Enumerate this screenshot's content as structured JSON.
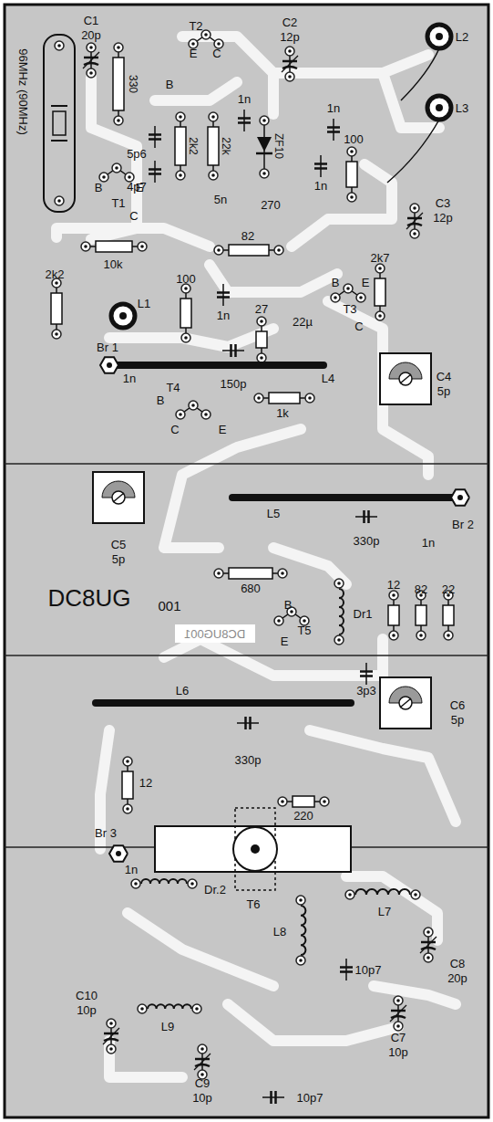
{
  "diagram": {
    "labels": [
      "96MHz (90MHz)",
      "C1",
      "20p",
      "T2",
      "C2",
      "12p",
      "L2",
      "L3",
      "E",
      "C",
      "B",
      "330",
      "1n",
      "1n",
      "5p6",
      "2k2",
      "22k",
      "ZF10",
      "100",
      "4p7",
      "5n",
      "270",
      "1n",
      "B",
      "E",
      "T1",
      "C",
      "C3",
      "12p",
      "10k",
      "2k2",
      "100",
      "82",
      "2k7",
      "L1",
      "1n",
      "27",
      "22µ",
      "T3",
      "B",
      "E",
      "C",
      "Br 1",
      "1n",
      "150p",
      "L4",
      "C4",
      "5p",
      "T4",
      "B",
      "C",
      "E",
      "1k",
      "Br 2",
      "1n",
      "330p",
      "L5",
      "C5",
      "5p",
      "680",
      "B",
      "T5",
      "E",
      "Dr1",
      "12",
      "82",
      "22",
      "DC8UG",
      "001",
      "DC8UG001",
      "L6",
      "3p3",
      "C6",
      "5p",
      "330p",
      "12",
      "220",
      "Br 3",
      "1n",
      "Dr.2",
      "T6",
      "L7",
      "L8",
      "10p7",
      "C8",
      "20p",
      "C10",
      "10p",
      "L9",
      "C7",
      "10p",
      "C9",
      "10p",
      "10p7"
    ]
  }
}
